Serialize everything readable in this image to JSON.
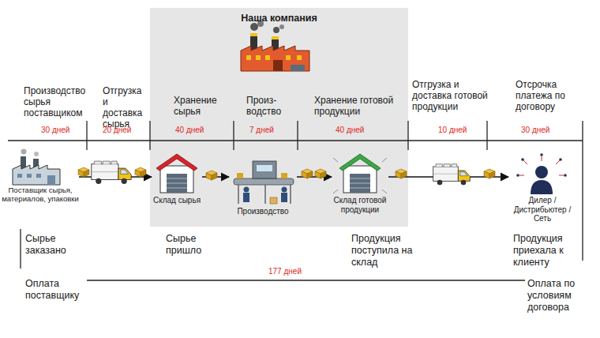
{
  "diagram": {
    "nodes": [
      {
        "text": [
          "Наша компания"
        ]
      },
      {
        "text": [
          "Поставщик сырья, материалов, упаковки"
        ]
      },
      {
        "text": [
          "Склад сырья"
        ],
        "in": 0
      },
      {
        "text": [
          "Производство"
        ],
        "in": 0
      },
      {
        "text": [
          "Склад готовой продукции"
        ],
        "in": 0
      },
      {
        "text": [
          "Дилер / Дистрибьютер / Сеть"
        ]
      }
    ],
    "edges": [
      {
        "from": 1,
        "to": 2,
        "arrow": "to"
      },
      {
        "from": 2,
        "to": 3,
        "arrow": "to"
      },
      {
        "from": 3,
        "to": 4,
        "arrow": "to"
      },
      {
        "from": 4,
        "to": 5,
        "arrow": "to"
      }
    ],
    "labels": [
      "Производство сырья поставщиком",
      "30 дней",
      "Отгрузка и доставка сырья",
      "20 дней",
      "Хранение сырья",
      "40 дней",
      "Произ- водство",
      "7 дней",
      "Хранение готовой продукции",
      "40 дней",
      "Отгрузка и доставка готовой продукции",
      "10 дней",
      "Отсрочка платежа по договору",
      "30 дней",
      "Сырье заказано",
      "Сырье пришло",
      "Продукция поступила на склад",
      "Продукция приехала к клиенту",
      "Оплата поставщику",
      "177 дней",
      "Оплата по условиям договора"
    ]
  }
}
